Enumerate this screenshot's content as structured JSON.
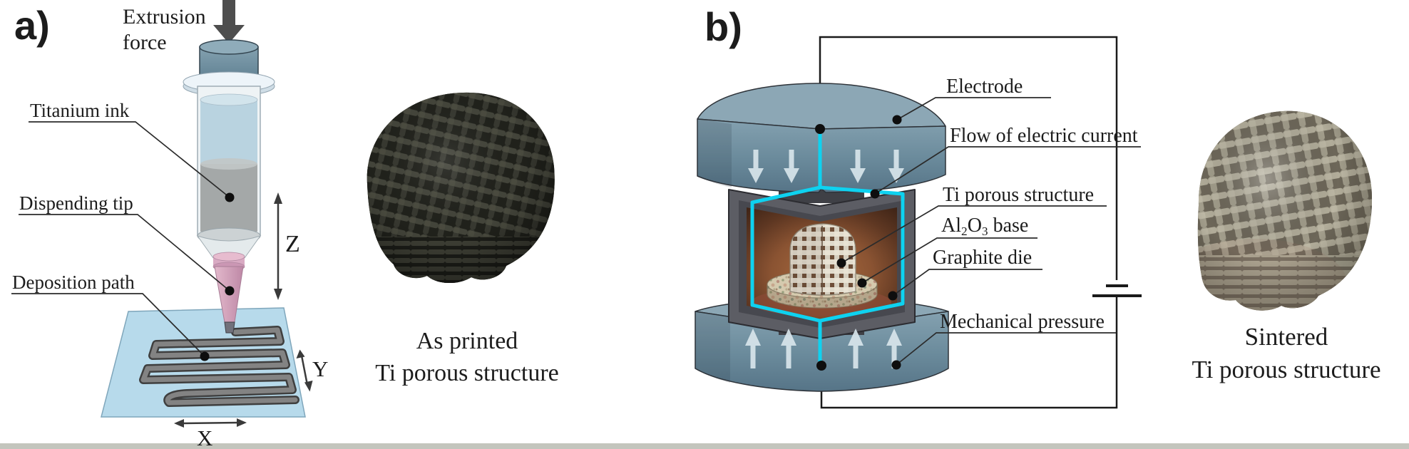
{
  "figure": {
    "panels": {
      "a": {
        "label": "a)",
        "labels": {
          "extrusion_force": "Extrusion force",
          "titanium_ink": "Titanium ink",
          "dispensing_tip": "Dispending tip",
          "deposition_path": "Deposition path"
        },
        "axes": {
          "x": "X",
          "y": "Y",
          "z": "Z"
        },
        "caption_line1": "As printed",
        "caption_line2": "Ti porous structure"
      },
      "b": {
        "label": "b)",
        "labels": {
          "electrode": "Electrode",
          "current_flow": "Flow of electric current",
          "ti_porous_structure": "Ti porous structure",
          "al2o3_base_prefix": "Al",
          "al2o3_base_sub1": "2",
          "al2o3_base_mid": "O",
          "al2o3_base_sub2": "3",
          "al2o3_base_suffix": " base",
          "graphite_die": "Graphite die",
          "mechanical_pressure": "Mechanical pressure"
        },
        "caption_line1": "Sintered",
        "caption_line2": "Ti porous structure"
      }
    },
    "colors": {
      "current_flow_accent": "#0ed2f0",
      "electrode_steel_blue": "#7b99a9",
      "die_glow_brown": "#9a6038",
      "substrate_blue": "#b7daeb",
      "dispensing_tip_pink": "#d5a2bd",
      "as_printed_dark_olive": "#3d3e34",
      "sintered_sage": "#a9a496"
    }
  }
}
